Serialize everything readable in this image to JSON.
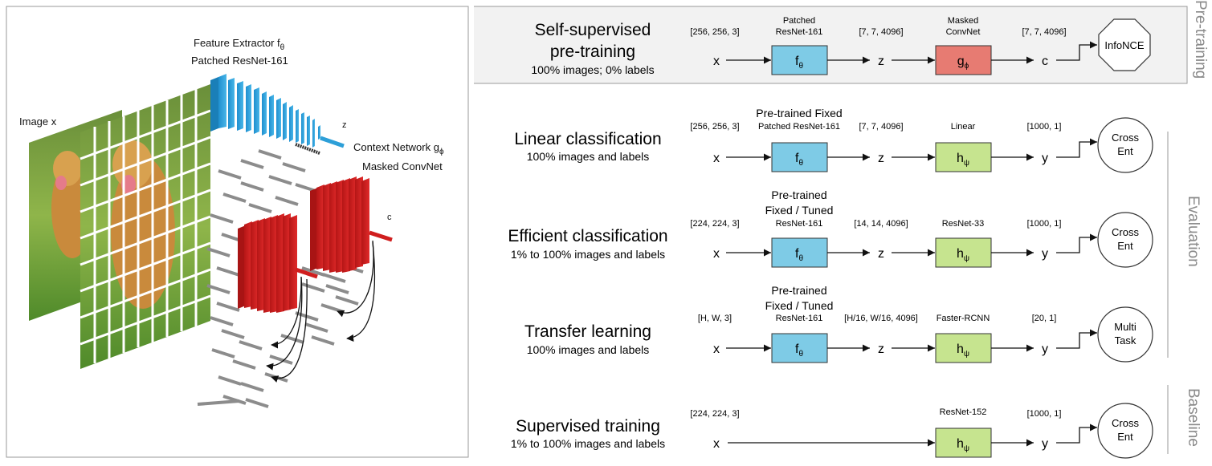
{
  "illustration": {
    "image_label": "Image x",
    "fe_label_1": "Feature Extractor f",
    "fe_label_1_sub": "θ",
    "fe_label_2": "Patched ResNet-161",
    "z_label": "z",
    "cn_label_1": "Context Network g",
    "cn_label_1_sub": "ϕ",
    "cn_label_2": "Masked ConvNet",
    "c_label": "c"
  },
  "pretraining": {
    "title_line1": "Self-supervised",
    "title_line2": "pre-training",
    "subtitle": "100% images; 0% labels",
    "dim_x": "[256, 256, 3]",
    "net1_line1": "Patched",
    "net1_line2": "ResNet-161",
    "dim_z": "[7, 7, 4096]",
    "net2_line1": "Masked",
    "net2_line2": "ConvNet",
    "dim_c": "[7, 7, 4096]",
    "var_x": "x",
    "var_z": "z",
    "var_c": "c",
    "box1_main": "f",
    "box1_sub": "θ",
    "box2_main": "g",
    "box2_sub": "ϕ",
    "loss": "InfoNCE"
  },
  "linear": {
    "title": "Linear classification",
    "subtitle": "100% images and labels",
    "dim_x": "[256, 256, 3]",
    "net1_line1": "Pre-trained Fixed",
    "net1_line2": "Patched ResNet-161",
    "dim_z": "[7, 7, 4096]",
    "net2": "Linear",
    "dim_y": "[1000, 1]",
    "var_x": "x",
    "var_z": "z",
    "var_y": "y",
    "box1_main": "f",
    "box1_sub": "θ",
    "box2_main": "h",
    "box2_sub": "ψ",
    "loss_line1": "Cross",
    "loss_line2": "Ent"
  },
  "efficient": {
    "title": "Efficient classification",
    "subtitle": "1% to 100% images and labels",
    "dim_x": "[224, 224, 3]",
    "net1_line1": "Pre-trained",
    "net1_line2": "Fixed / Tuned",
    "net1_line3": "ResNet-161",
    "dim_z": "[14, 14, 4096]",
    "net2": "ResNet-33",
    "dim_y": "[1000, 1]",
    "var_x": "x",
    "var_z": "z",
    "var_y": "y",
    "box1_main": "f",
    "box1_sub": "θ",
    "box2_main": "h",
    "box2_sub": "ψ",
    "loss_line1": "Cross",
    "loss_line2": "Ent"
  },
  "transfer": {
    "title": "Transfer learning",
    "subtitle": "100% images and labels",
    "dim_x": "[H, W, 3]",
    "net1_line1": "Pre-trained",
    "net1_line2": "Fixed / Tuned",
    "net1_line3": "ResNet-161",
    "dim_z": "[H/16, W/16, 4096]",
    "net2": "Faster-RCNN",
    "dim_y": "[20, 1]",
    "var_x": "x",
    "var_z": "z",
    "var_y": "y",
    "box1_main": "f",
    "box1_sub": "θ",
    "box2_main": "h",
    "box2_sub": "ψ",
    "loss_line1": "Multi",
    "loss_line2": "Task"
  },
  "supervised": {
    "title": "Supervised training",
    "subtitle": "1% to 100% images and labels",
    "dim_x": "[224, 224, 3]",
    "net2": "ResNet-152",
    "dim_y": "[1000, 1]",
    "var_x": "x",
    "var_y": "y",
    "box2_main": "h",
    "box2_sub": "ψ",
    "loss_line1": "Cross",
    "loss_line2": "Ent"
  },
  "side_labels": {
    "pretraining": "Pre-training",
    "evaluation": "Evaluation",
    "baseline": "Baseline"
  },
  "colors": {
    "f_box": "#7ecbe6",
    "g_box": "#e77b72",
    "h_box": "#c6e48f",
    "pretrain_bg": "#f2f2f2",
    "encoder_blue": "#2d9fd8",
    "context_red": "#d01e1e"
  }
}
